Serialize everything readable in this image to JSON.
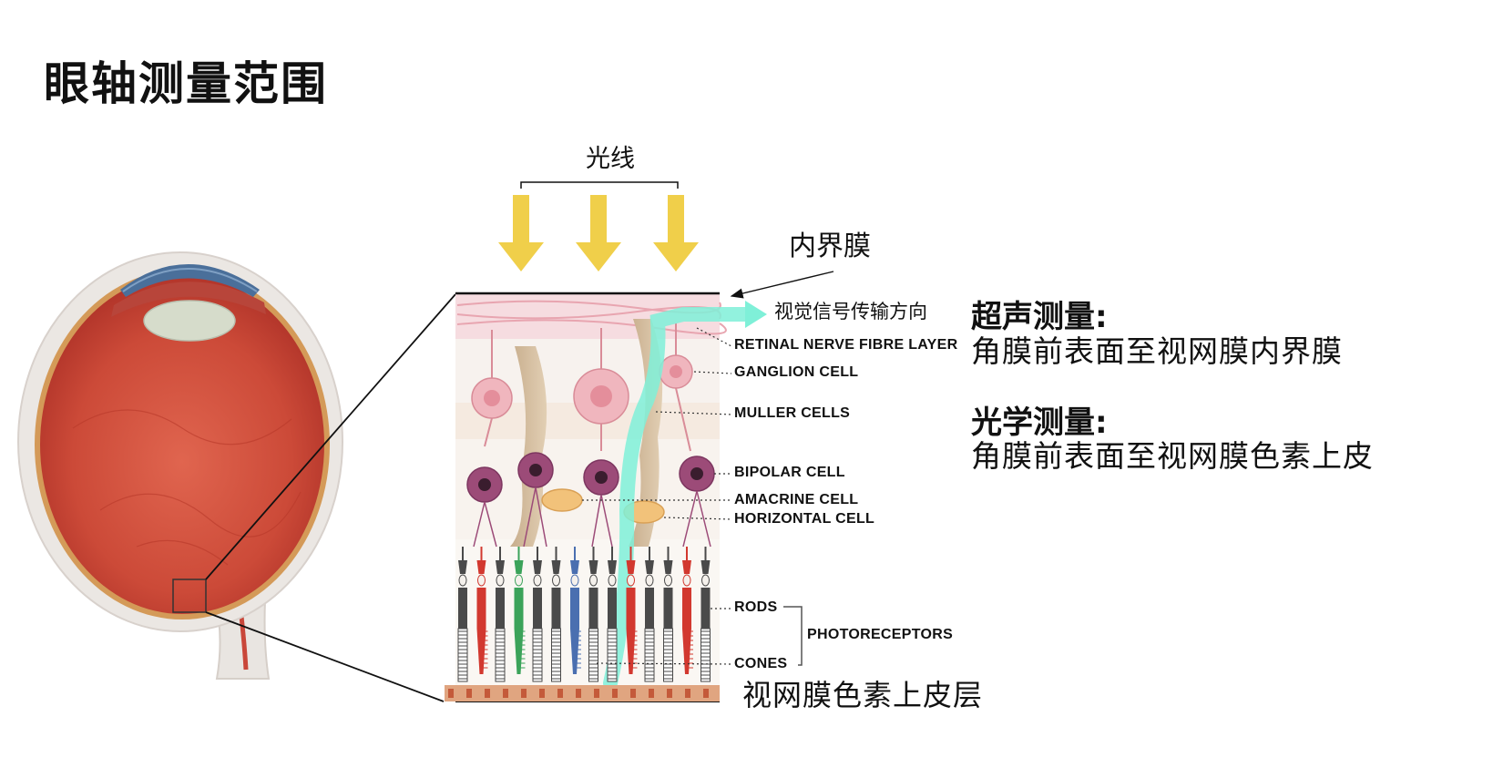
{
  "title": "眼轴测量范围",
  "diagram": {
    "light_label": "光线",
    "ilm_label": "内界膜",
    "signal_label": "视觉信号传输方向",
    "rpe_label": "视网膜色素上皮层",
    "cell_labels": {
      "rnfl": "RETINAL NERVE FIBRE LAYER",
      "ganglion": "GANGLION CELL",
      "muller": "MULLER CELLS",
      "bipolar": "BIPOLAR CELL",
      "amacrine": "AMACRINE CELL",
      "horizontal": "HORIZONTAL CELL",
      "rods": "RODS",
      "cones": "CONES",
      "photoreceptors": "PHOTORECEPTORS"
    }
  },
  "measurements": {
    "ultrasound": {
      "heading": "超声测量:",
      "description": "角膜前表面至视网膜内界膜"
    },
    "optical": {
      "heading": "光学测量:",
      "description": "角膜前表面至视网膜色素上皮"
    }
  },
  "colors": {
    "arrow_yellow": "#f0cf4a",
    "signal_arrow": "#7ff0d8",
    "eye_red": "#c9473a",
    "sclera": "#e8e4e0",
    "cornea_blue": "#4a6f9a",
    "rod_gray": "#4a4a4a",
    "cone_red": "#d2382f",
    "cone_green": "#3ba35a",
    "cone_blue": "#4a6fb0"
  }
}
